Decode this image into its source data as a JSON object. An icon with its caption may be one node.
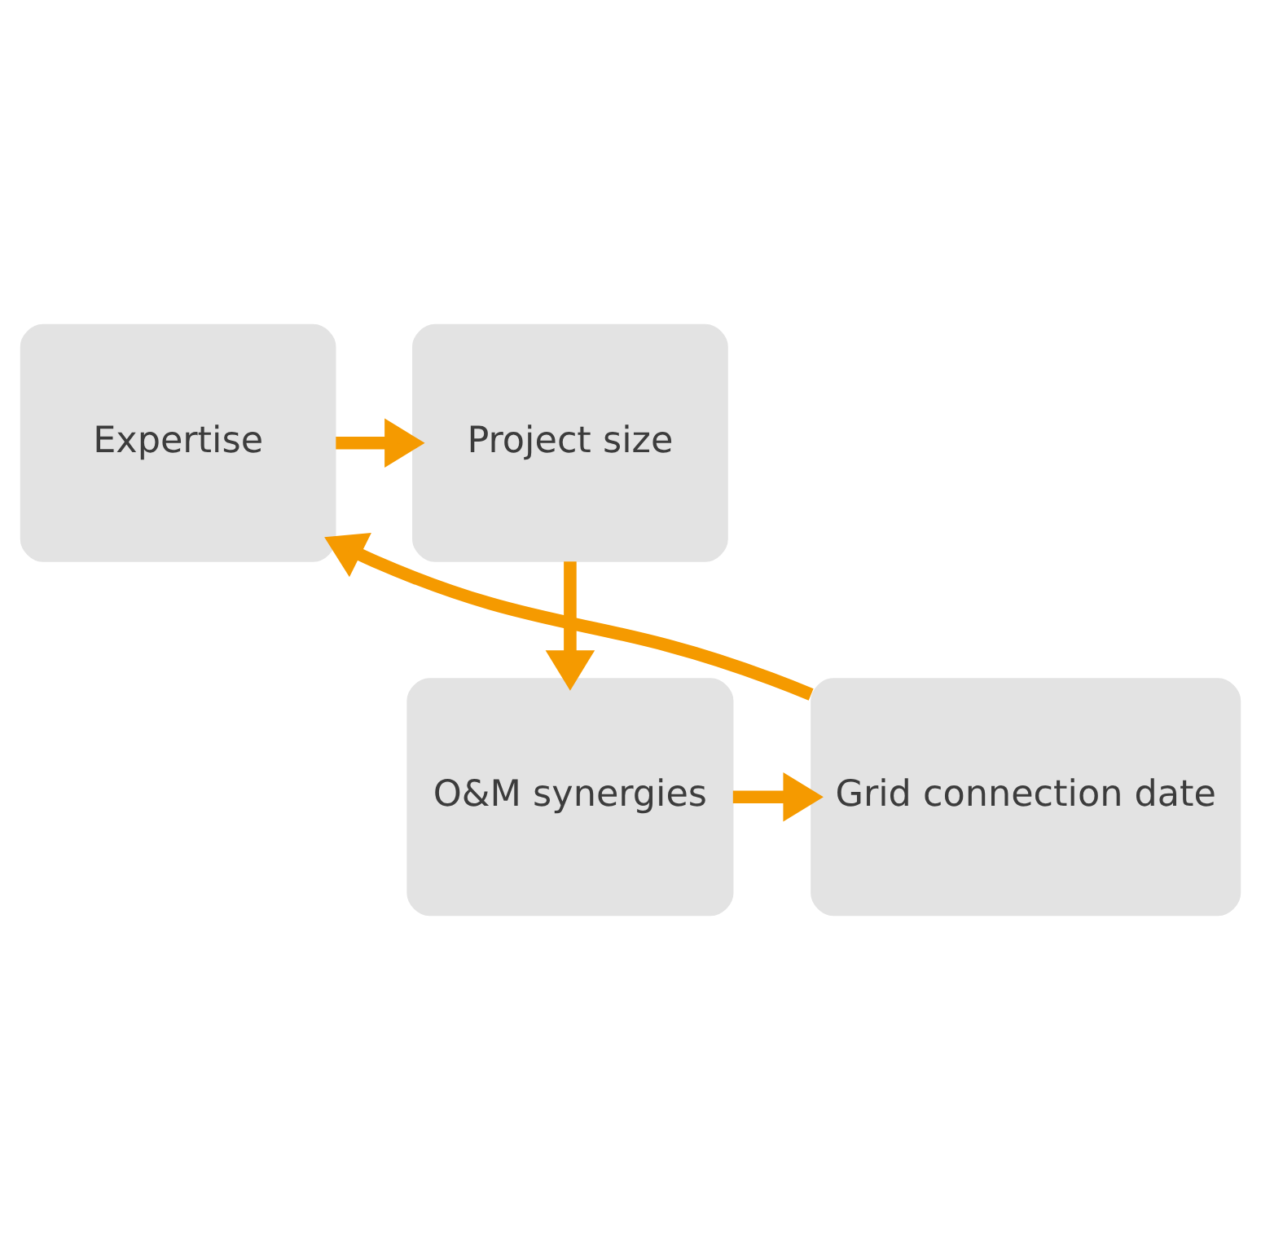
{
  "diagram": {
    "nodes": [
      {
        "text": [
          "Expertise"
        ]
      },
      {
        "text": [
          "Project size"
        ]
      },
      {
        "text": [
          "Grid connection date"
        ]
      },
      {
        "text": [
          "O&M synergies"
        ]
      }
    ],
    "edges": [
      {
        "from": 0,
        "to": 1,
        "arrow": "to"
      },
      {
        "from": 1,
        "to": 3,
        "arrow": "to"
      },
      {
        "from": 3,
        "to": 2,
        "arrow": "to"
      },
      {
        "from": 2,
        "to": 0,
        "arrow": "to"
      }
    ]
  }
}
